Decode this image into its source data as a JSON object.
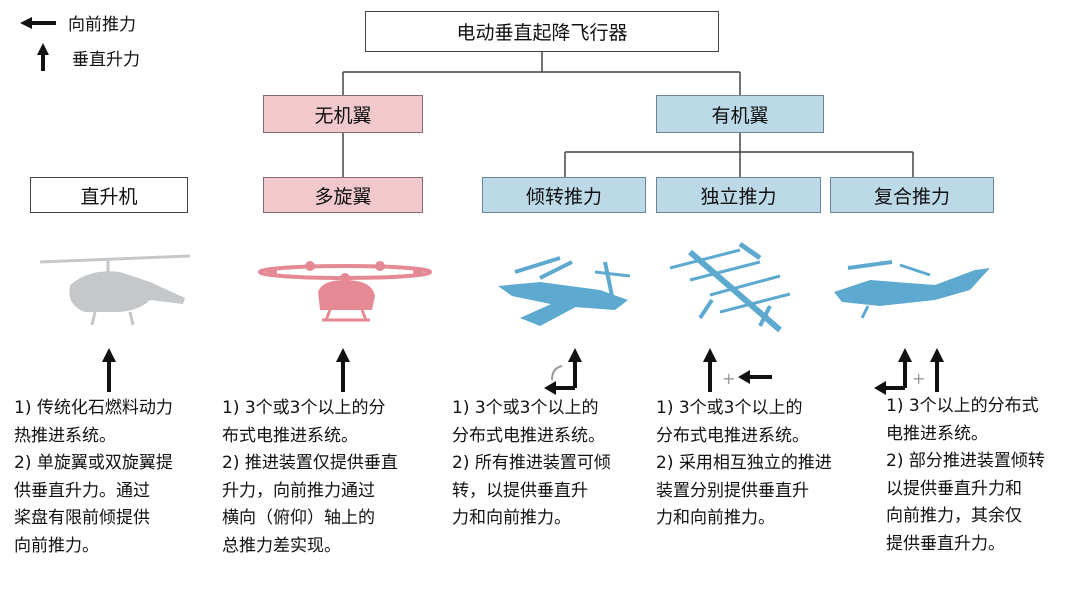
{
  "legend": {
    "forward_label": "向前推力",
    "lift_label": "垂直升力"
  },
  "root": {
    "label": "电动垂直起降飞行器"
  },
  "groups": {
    "wingless": {
      "label": "无机翼"
    },
    "winged": {
      "label": "有机翼"
    }
  },
  "categories": {
    "helicopter": "直升机",
    "multirotor": "多旋翼",
    "tilt": "倾转推力",
    "lift_cruise": "独立推力",
    "compound": "复合推力"
  },
  "descriptions": {
    "helicopter": "1) 传统化石燃料动力\n热推进系统。\n2) 单旋翼或双旋翼提\n供垂直升力。通过\n桨盘有限前倾提供\n向前推力。",
    "multirotor": "1) 3个或3个以上的分\n布式电推进系统。\n2) 推进装置仅提供垂直\n升力，向前推力通过\n横向（俯仰）轴上的\n总推力差实现。",
    "tilt": "1) 3个或3个以上的\n分布式电推进系统。\n2) 所有推进装置可倾\n转，以提供垂直升\n力和向前推力。",
    "lift_cruise": "1) 3个或3个以上的\n分布式电推进系统。\n2) 采用相互独立的推进\n装置分别提供垂直升\n力和向前推力。",
    "compound": "1) 3个以上的分布式\n电推进系统。\n2) 部分推进装置倾转\n以提供垂直升力和\n向前推力，其余仅\n提供垂直升力。"
  },
  "colors": {
    "wingless_fill": "#f1c9cc",
    "winged_fill": "#bcd9e8",
    "helicopter_silhouette": "#c4c8cb",
    "multirotor_silhouette": "#e58a94",
    "winged_silhouette": "#5ea9cf",
    "arrow": "#111111",
    "connector": "#444444"
  }
}
